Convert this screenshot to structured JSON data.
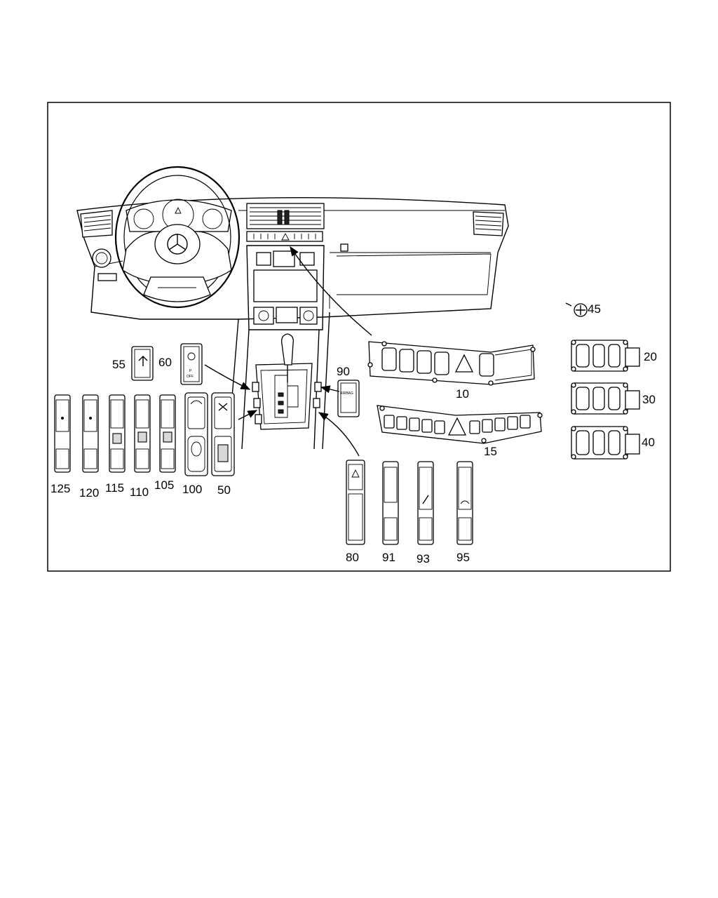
{
  "callouts": {
    "c10": "10",
    "c15": "15",
    "c20": "20",
    "c30": "30",
    "c40": "40",
    "c45": "45",
    "c50": "50",
    "c55": "55",
    "c60": "60",
    "c80": "80",
    "c90": "90",
    "c91": "91",
    "c93": "93",
    "c95": "95",
    "c100": "100",
    "c105": "105",
    "c110": "110",
    "c115": "115",
    "c120": "120",
    "c125": "125"
  },
  "switch_text": {
    "p": "P",
    "off": "OFF",
    "airbag": "AIRBAG"
  },
  "icons": [
    "steering-wheel-icon",
    "mercedes-star-icon",
    "hazard-triangle-icon",
    "screw-icon"
  ],
  "colors": {
    "line": "#000000",
    "background": "#ffffff",
    "shade": "#d8d8d8"
  }
}
